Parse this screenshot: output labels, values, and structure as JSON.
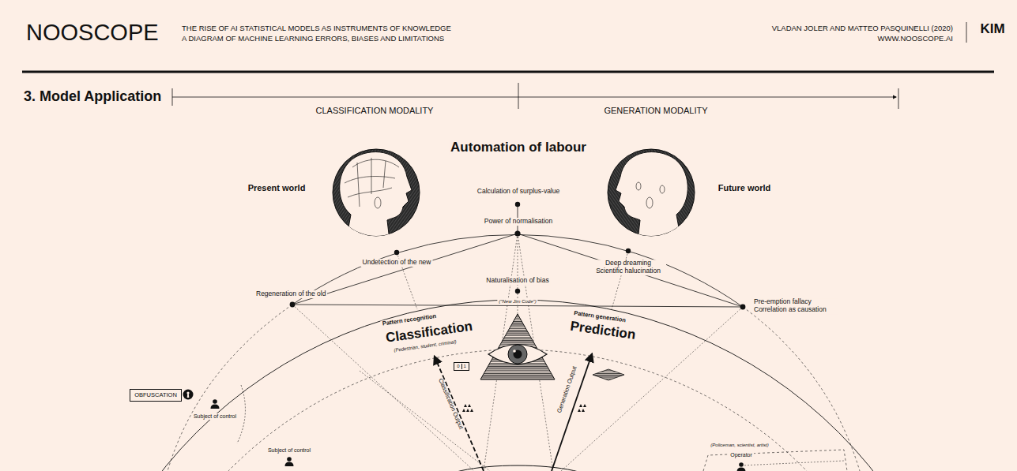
{
  "diagram": {
    "title": "NOOSCOPE",
    "nodes": [
      {
        "text": [
          "OBFUSCATION"
        ]
      },
      {
        "text": [
          "0",
          "1"
        ]
      }
    ],
    "labels": [
      "THE RISE OF AI STATISTICAL MODELS AS INSTRUMENTS OF KNOWLEDGE",
      "A DIAGRAM OF MACHINE LEARNING ERRORS, BIASES AND LIMITATIONS",
      "VLADAN JOLER AND MATTEO PASQUINELLI (2020)",
      "WWW.NOOSCOPE.AI",
      "KIM",
      "3. Model Application",
      "CLASSIFICATION MODALITY",
      "GENERATION MODALITY",
      "Automation of labour",
      "Present world",
      "Future world",
      "Calculation of surplus-value",
      "Power of normalisation",
      "Undetection of the new",
      "Deep dreaming Scientific halucination",
      "Naturalisation of bias",
      "(\"New Jim Code\")",
      "Regeneration of the old",
      "Pre-emption fallacy Correlation as causation",
      "Pattern recognition",
      "Classification",
      "(Pedestrian, student, criminal)",
      "Pattern generation",
      "Prediction",
      "Classification Output",
      "Generation Output",
      "Subject of control",
      "Subject of control",
      "(Policeman, scientist, artist)",
      "Operator"
    ]
  }
}
